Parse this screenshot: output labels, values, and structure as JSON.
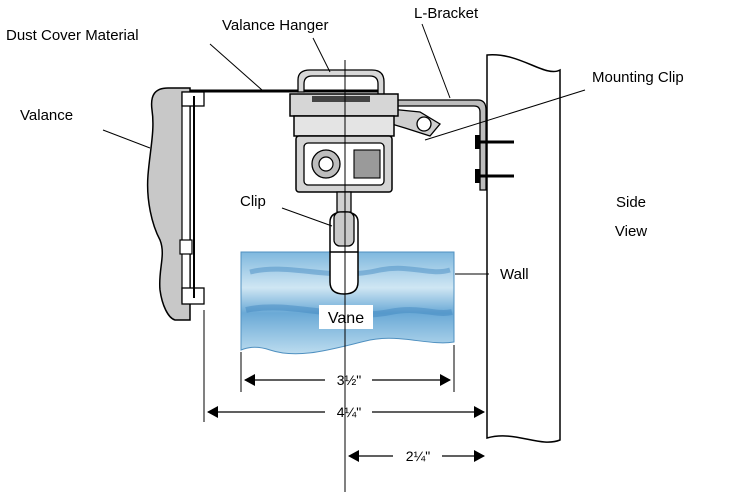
{
  "labels": {
    "dust_cover": "Dust Cover Material",
    "valance_hanger": "Valance Hanger",
    "l_bracket": "L-Bracket",
    "mounting_clip": "Mounting Clip",
    "valance": "Valance",
    "clip": "Clip",
    "side": "Side",
    "view": "View",
    "wall": "Wall",
    "vane": "Vane"
  },
  "dimensions": {
    "vane_width": "3½\"",
    "overall_depth": "4¼\"",
    "wall_clearance": "2¼\""
  },
  "colors": {
    "line": "#000000",
    "valance_fill": "#c8c8c8",
    "headrail_fill": "#d0d0d0",
    "vane_light": "#cfe6f3",
    "vane_mid": "#8fc3e2",
    "vane_dark": "#5a9fcf"
  }
}
